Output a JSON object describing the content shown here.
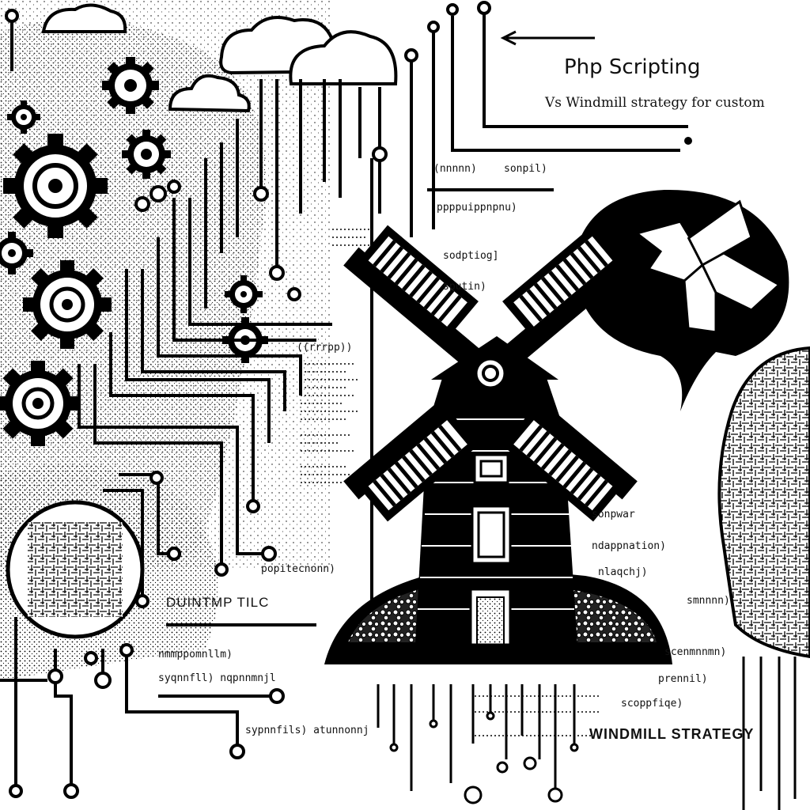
{
  "heading": {
    "title": "Php Scripting",
    "subtitle": "Vs Windmill strategy for custom"
  },
  "labels": {
    "l1": "(nnnnn)",
    "l2": "sonpil)",
    "l3": "ppppuippnpnu)",
    "l4": "sodptiog]",
    "l5": "sputin)",
    "l6": "((rrrpp))",
    "l7": "sonpwar",
    "l8": "ndappnation)",
    "l9": "nlaqchj)",
    "l10": "popitecnonn)",
    "l11": "DUINTMP TILC",
    "l12": "nmmppomnllm)",
    "l13": "syqnnfll) nqpnnmnjl",
    "l14": "sypnnfils) atunnonnj",
    "l15": "smnnnn)",
    "l16": "scenmnnmn)",
    "l17": "prennil)",
    "l18": "scoppfiqe)",
    "windmill_strategy": "WINDMILL STRATEGY"
  },
  "colors": {
    "ink": "#000000",
    "paper": "#ffffff"
  }
}
